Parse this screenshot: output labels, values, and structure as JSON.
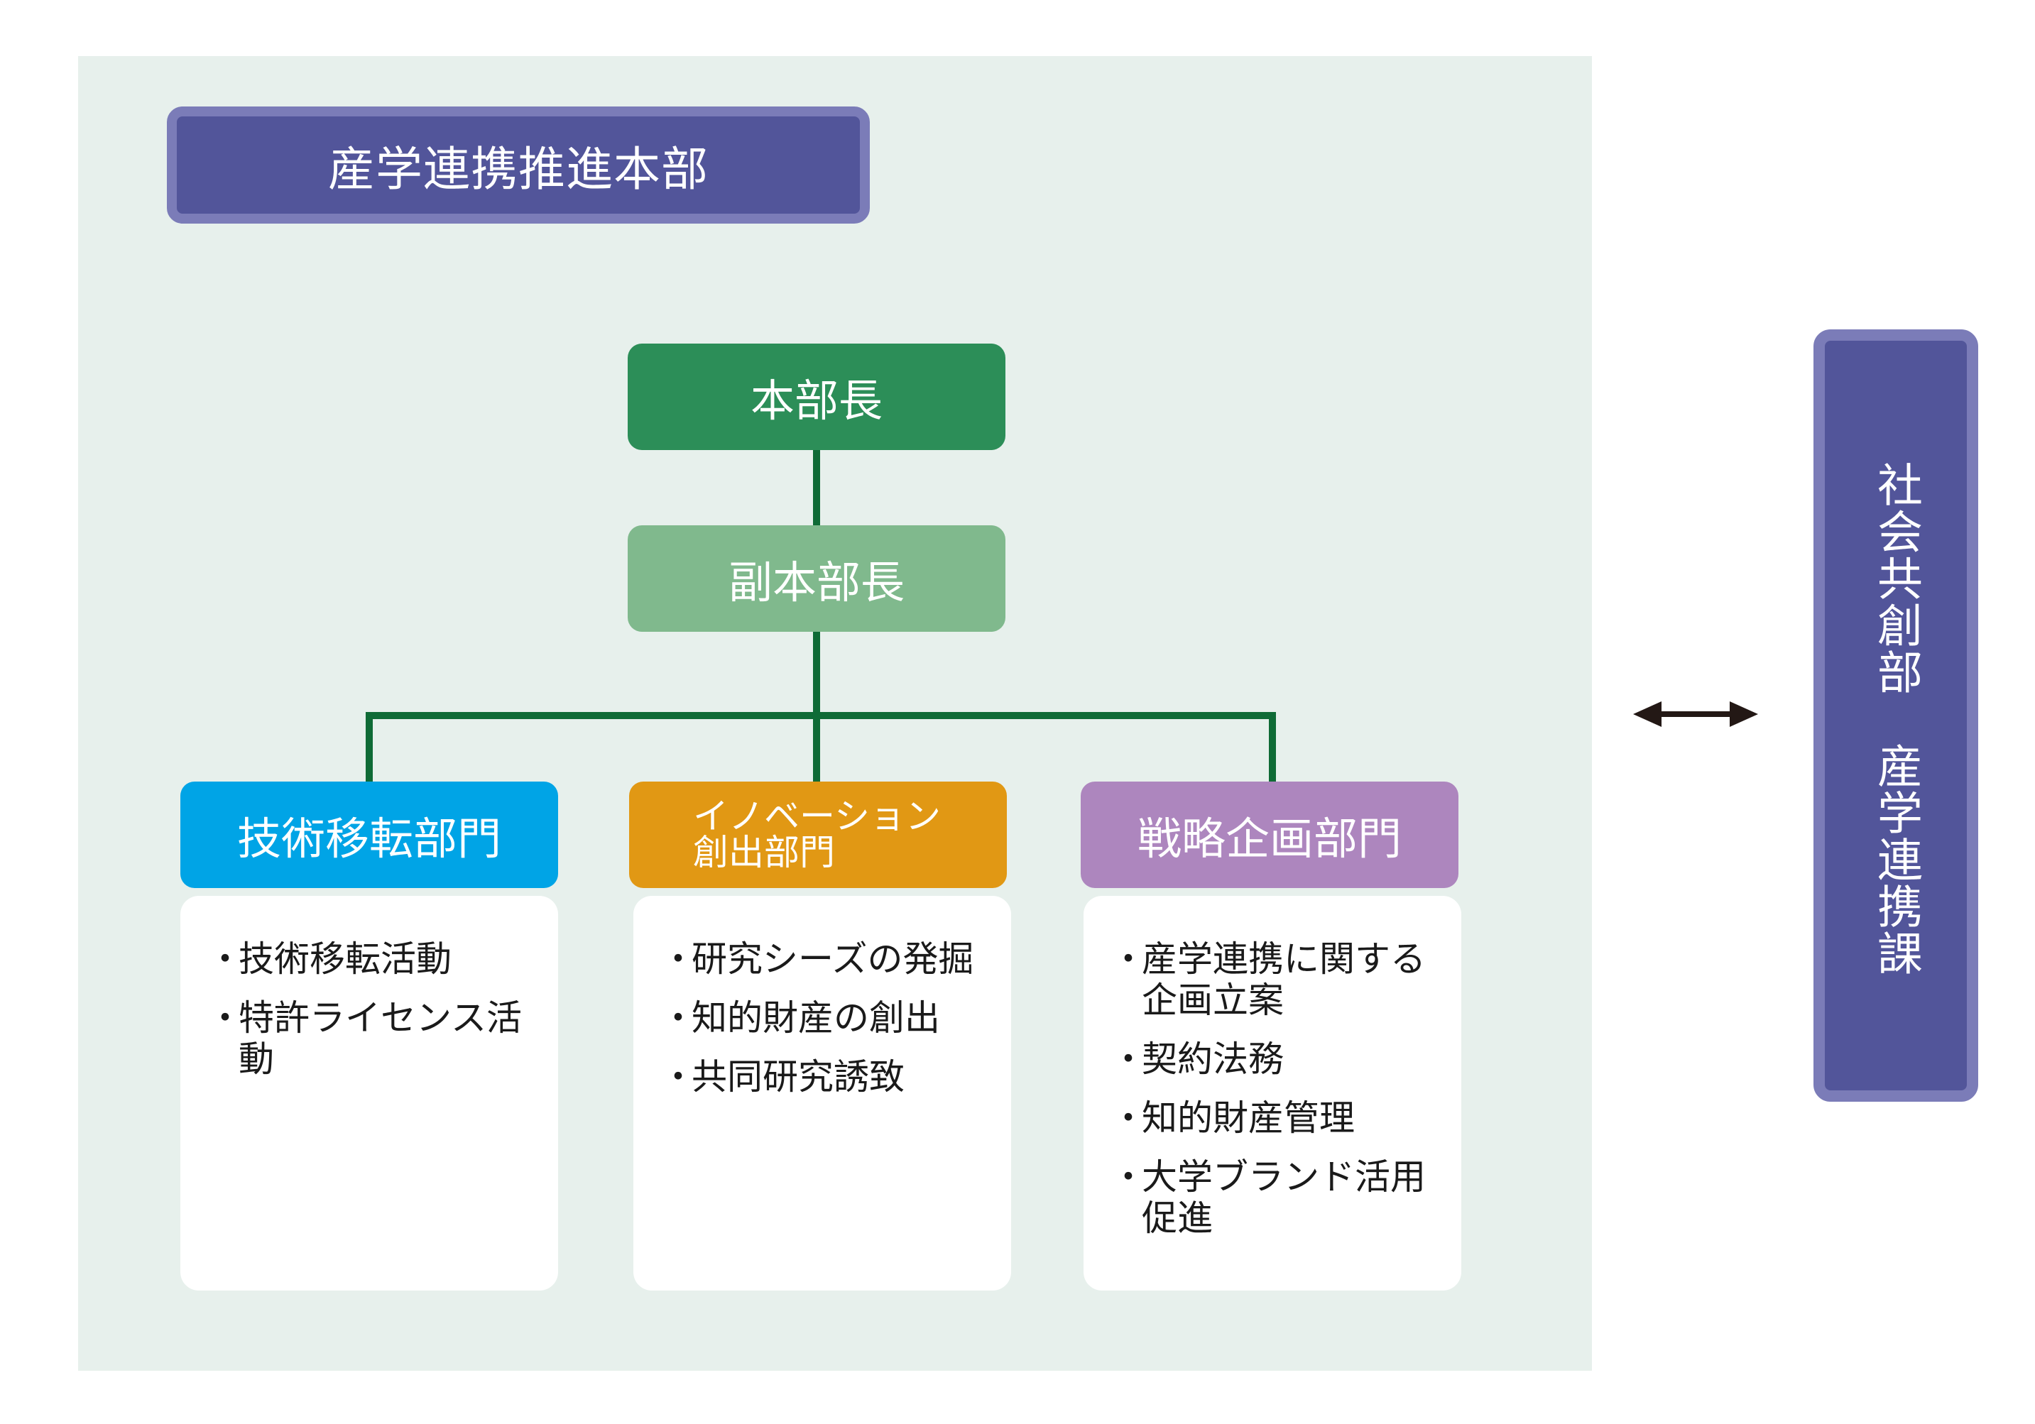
{
  "headquarters": {
    "title": "産学連携推進本部"
  },
  "head": {
    "label": "本部長"
  },
  "deputy": {
    "label": "副本部長"
  },
  "departments": [
    {
      "name": "技術移転部門",
      "bullet": "・",
      "items": [
        "技術移転活動",
        "特許ライセンス活動"
      ]
    },
    {
      "name_line1": "イノベーション",
      "name_line2": "創出部門",
      "bullet": "・",
      "items": [
        "研究シーズの発掘",
        "知的財産の創出",
        "共同研究誘致"
      ]
    },
    {
      "name": "戦略企画部門",
      "bullet": "・",
      "items": [
        "産学連携に関する企画立案",
        "契約法務",
        "知的財産管理",
        "大学ブランド活用促進"
      ]
    }
  ],
  "external": {
    "label": "社会共創部　産学連携課"
  },
  "colors": {
    "headquarters": "#52559a",
    "head": "#2c8e58",
    "deputy": "#80b98d",
    "tech": "#00a4e6",
    "innovation": "#e19814",
    "strategy": "#ad86be",
    "connector": "#0f6b36"
  }
}
